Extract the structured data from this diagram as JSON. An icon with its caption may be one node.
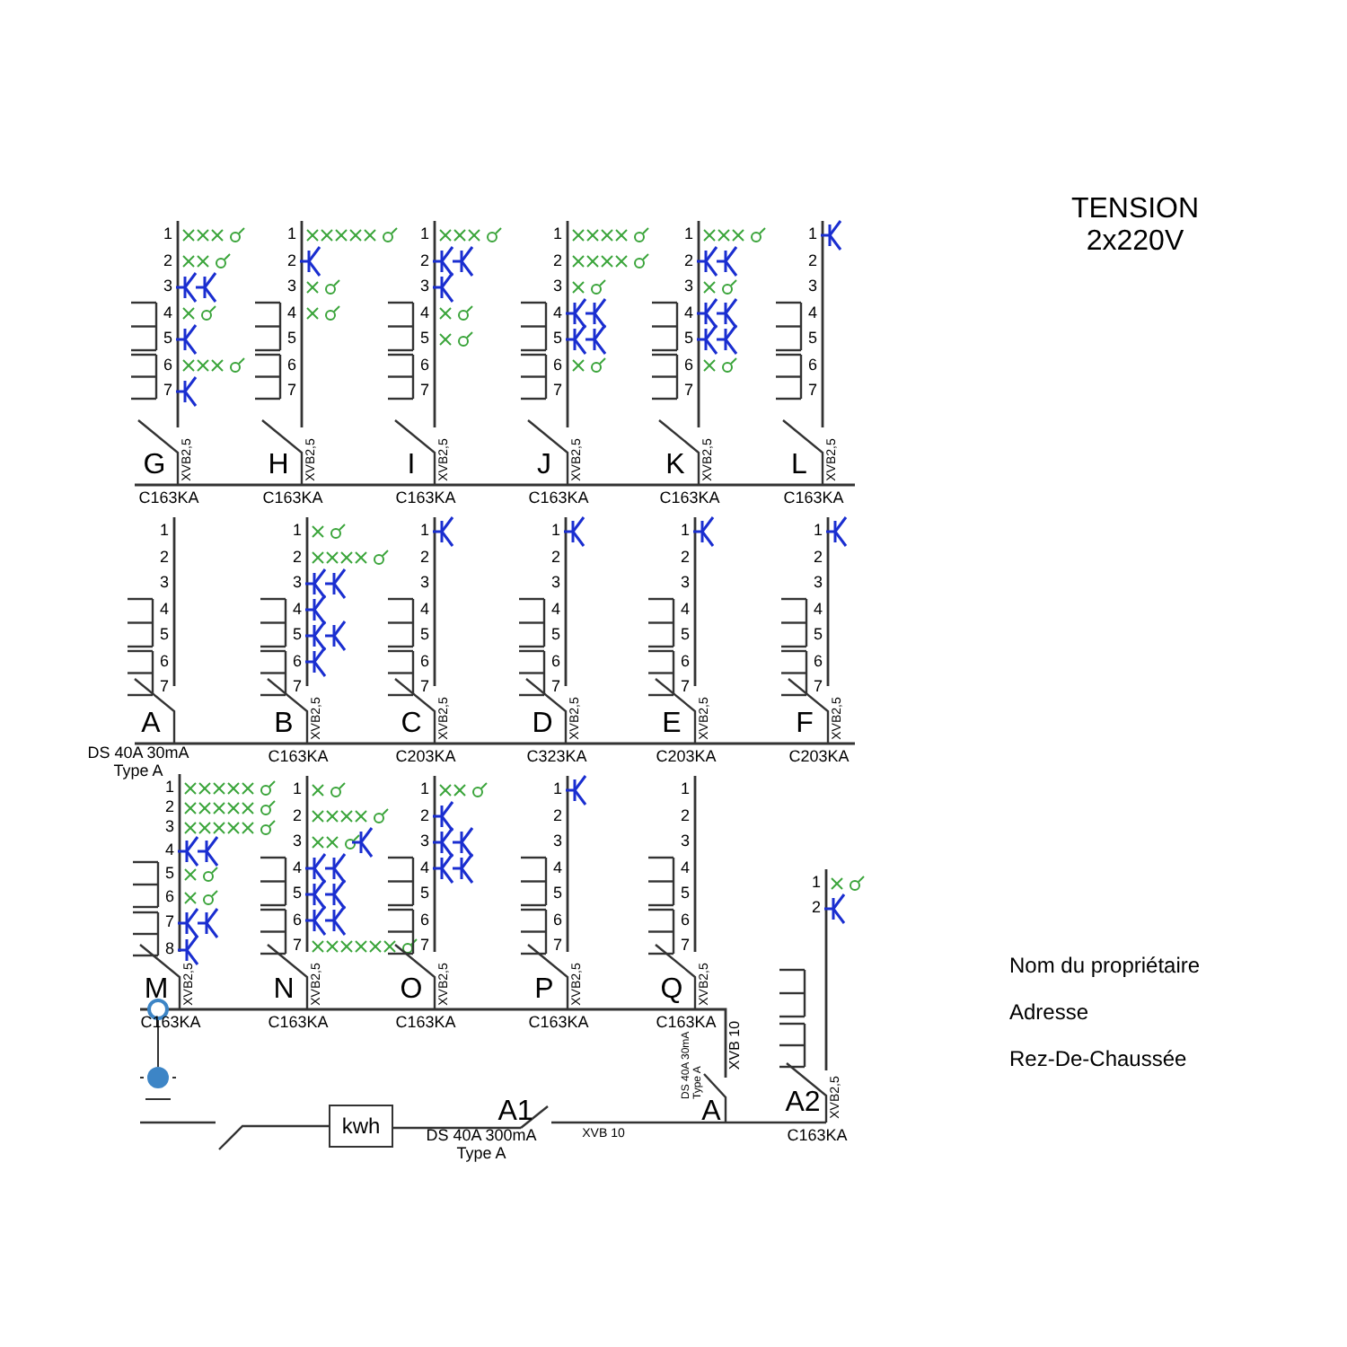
{
  "diagram": {
    "title": "TENSION 2x220V",
    "nodes": [
      {
        "text": [
          "kwh"
        ]
      }
    ],
    "labels": [
      "1",
      "2",
      "3",
      "4",
      "5",
      "6",
      "7",
      "G",
      "XVB2,5",
      "C163KA",
      "1",
      "2",
      "3",
      "4",
      "5",
      "6",
      "7",
      "H",
      "XVB2,5",
      "C163KA",
      "1",
      "2",
      "3",
      "4",
      "5",
      "6",
      "7",
      "I",
      "XVB2,5",
      "C163KA",
      "1",
      "2",
      "3",
      "4",
      "5",
      "6",
      "7",
      "J",
      "XVB2,5",
      "C163KA",
      "1",
      "2",
      "3",
      "4",
      "5",
      "6",
      "7",
      "K",
      "XVB2,5",
      "C163KA",
      "1",
      "2",
      "3",
      "4",
      "5",
      "6",
      "7",
      "L",
      "XVB2,5",
      "C163KA",
      "1",
      "2",
      "3",
      "4",
      "5",
      "6",
      "7",
      "A",
      "DS 40A 30mA Type A",
      "1",
      "2",
      "3",
      "4",
      "5",
      "6",
      "7",
      "B",
      "XVB2,5",
      "C163KA",
      "1",
      "2",
      "3",
      "4",
      "5",
      "6",
      "7",
      "C",
      "XVB2,5",
      "C203KA",
      "1",
      "2",
      "3",
      "4",
      "5",
      "6",
      "7",
      "D",
      "XVB2,5",
      "C323KA",
      "1",
      "2",
      "3",
      "4",
      "5",
      "6",
      "7",
      "E",
      "XVB2,5",
      "C203KA",
      "1",
      "2",
      "3",
      "4",
      "5",
      "6",
      "7",
      "F",
      "XVB2,5",
      "C203KA",
      "1",
      "2",
      "3",
      "4",
      "5",
      "6",
      "7",
      "8",
      "M",
      "XVB2,5",
      "C163KA",
      "1",
      "2",
      "3",
      "4",
      "5",
      "6",
      "7",
      "N",
      "XVB2,5",
      "C163KA",
      "1",
      "2",
      "3",
      "4",
      "5",
      "6",
      "7",
      "O",
      "XVB2,5",
      "C163KA",
      "1",
      "2",
      "3",
      "4",
      "5",
      "6",
      "7",
      "P",
      "XVB2,5",
      "C163KA",
      "1",
      "2",
      "3",
      "4",
      "5",
      "6",
      "7",
      "Q",
      "XVB2,5",
      "C163KA",
      "1",
      "2",
      "A2",
      "XVB2,5",
      "C163KA",
      "XVB 10",
      "DS 40A 30mA Type A",
      "A",
      "A1",
      "DS 40A 300mA Type A",
      "XVB 10",
      "Nom du propriétaire",
      "Adresse",
      "Rez-De-Chaussée"
    ]
  }
}
